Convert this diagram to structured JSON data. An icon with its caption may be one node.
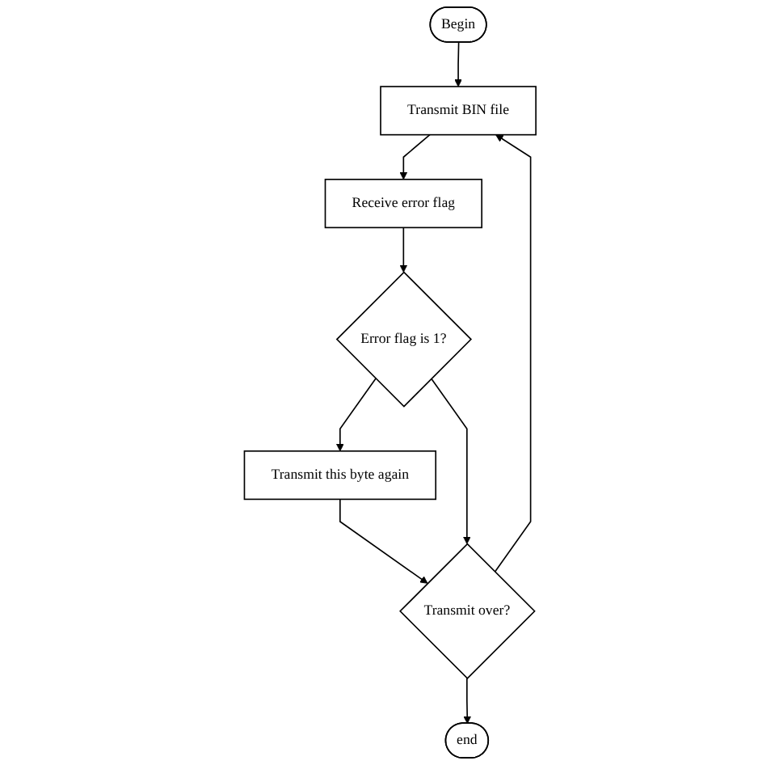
{
  "diagram": {
    "nodes": [
      {
        "text": [
          "Begin"
        ]
      },
      {
        "text": [
          "Transmit BIN file"
        ]
      },
      {
        "text": [
          "Receive error flag"
        ]
      },
      {
        "text": [
          "Error flag is 1?"
        ]
      },
      {
        "text": [
          "Transmit this byte again"
        ]
      },
      {
        "text": [
          "Transmit over?"
        ]
      },
      {
        "text": [
          "end"
        ]
      }
    ],
    "edges": [
      {
        "from": 0,
        "to": 1,
        "arrow": "to"
      },
      {
        "from": 1,
        "to": 2,
        "arrow": "to"
      },
      {
        "from": 2,
        "to": 3,
        "arrow": "to"
      },
      {
        "from": 3,
        "to": 4,
        "arrow": "to"
      },
      {
        "from": 4,
        "to": 5,
        "arrow": "to"
      },
      {
        "from": 3,
        "to": 5,
        "arrow": "to"
      },
      {
        "from": 5,
        "to": 6,
        "arrow": "to"
      },
      {
        "from": 5,
        "to": 1,
        "arrow": "to"
      }
    ]
  }
}
